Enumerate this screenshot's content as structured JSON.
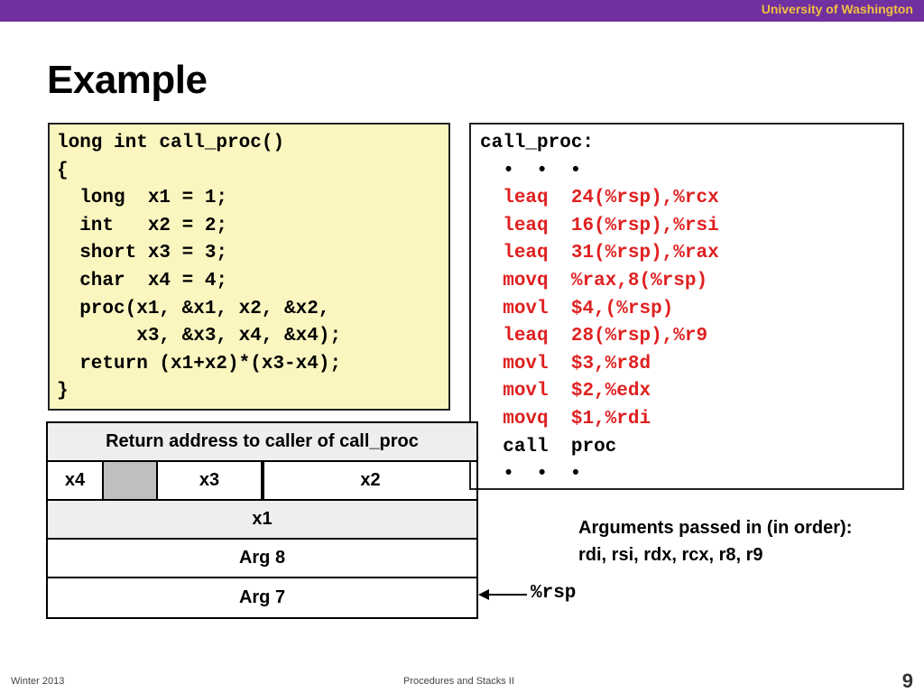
{
  "header": {
    "institution": "University of Washington",
    "bar_color": "#7030a0",
    "text_color": "#f0c040"
  },
  "slide": {
    "title": "Example",
    "c_code": [
      "long int call_proc()",
      "{",
      "  long  x1 = 1;",
      "  int   x2 = 2;",
      "  short x3 = 3;",
      "  char  x4 = 4;",
      "  proc(x1, &x1, x2, &x2,",
      "       x3, &x3, x4, &x4);",
      "  return (x1+x2)*(x3-x4);",
      "}"
    ],
    "asm": {
      "label": "call_proc:",
      "dots": "• • •",
      "instructions": [
        {
          "op": "leaq",
          "args": "24(%rsp),%rcx"
        },
        {
          "op": "leaq",
          "args": "16(%rsp),%rsi"
        },
        {
          "op": "leaq",
          "args": "31(%rsp),%rax"
        },
        {
          "op": "movq",
          "args": "%rax,8(%rsp)"
        },
        {
          "op": "movl",
          "args": "$4,(%rsp)"
        },
        {
          "op": "leaq",
          "args": "28(%rsp),%r9"
        },
        {
          "op": "movl",
          "args": "$3,%r8d"
        },
        {
          "op": "movl",
          "args": "$2,%edx"
        },
        {
          "op": "movq",
          "args": "$1,%rdi"
        }
      ],
      "call_op": "call",
      "call_target": "proc",
      "dots_end": "• • •",
      "highlight_color": "#e02020"
    },
    "stack": {
      "return_address": "Return address to caller of call_proc",
      "x4": "x4",
      "x3": "x3",
      "x2": "x2",
      "x1": "x1",
      "arg8": "Arg 8",
      "arg7": "Arg 7"
    },
    "note": "Arguments passed in (in order): rdi, rsi, rdx, rcx, r8, r9",
    "rsp_label": "%rsp"
  },
  "footer": {
    "term": "Winter 2013",
    "topic": "Procedures and Stacks II",
    "page": "9"
  }
}
